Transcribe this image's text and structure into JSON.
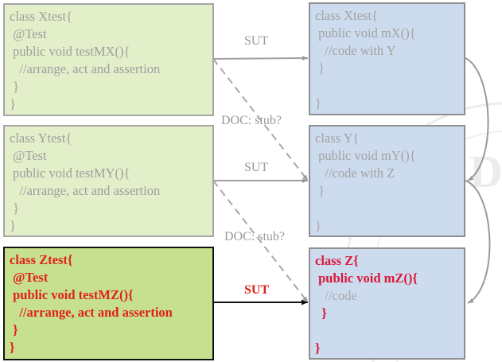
{
  "colors": {
    "test_faded_fill": "#e2efc9",
    "test_active_fill": "#c6e08f",
    "class_fill": "#cddbee",
    "faded_text": "#9e9e9e",
    "active_text": "#e0211b",
    "class_active_text": "#d9183a"
  },
  "test_classes": [
    {
      "lines": [
        "class Xtest{",
        " @Test",
        " public void testMX(){",
        "   //arrange, act and assertion",
        " }",
        "}"
      ],
      "state": "faded"
    },
    {
      "lines": [
        "class Ytest{",
        " @Test",
        " public void testMY(){",
        "   //arrange, act and assertion",
        " }",
        "}"
      ],
      "state": "faded"
    },
    {
      "lines": [
        "class Ztest{",
        " @Test",
        " public void testMZ(){",
        "   //arrange, act and assertion",
        " }",
        "}"
      ],
      "state": "active"
    }
  ],
  "production_classes": [
    {
      "lines": [
        "class Xtest{",
        " public void mX(){",
        "   //code with Y",
        " }",
        "",
        "}"
      ],
      "state": "faded"
    },
    {
      "lines": [
        "class Y{",
        " public void mY(){",
        "   //code with Z",
        " }",
        "",
        "}"
      ],
      "state": "faded"
    },
    {
      "lines": [
        "class Z{",
        " public void mZ(){",
        "   //code",
        "  }",
        "",
        "}"
      ],
      "state": "active"
    }
  ],
  "arrows": {
    "sut_labels": [
      "SUT",
      "SUT",
      "SUT"
    ],
    "doc_labels": [
      "DOC: stub?",
      "DOC: stub?"
    ]
  }
}
